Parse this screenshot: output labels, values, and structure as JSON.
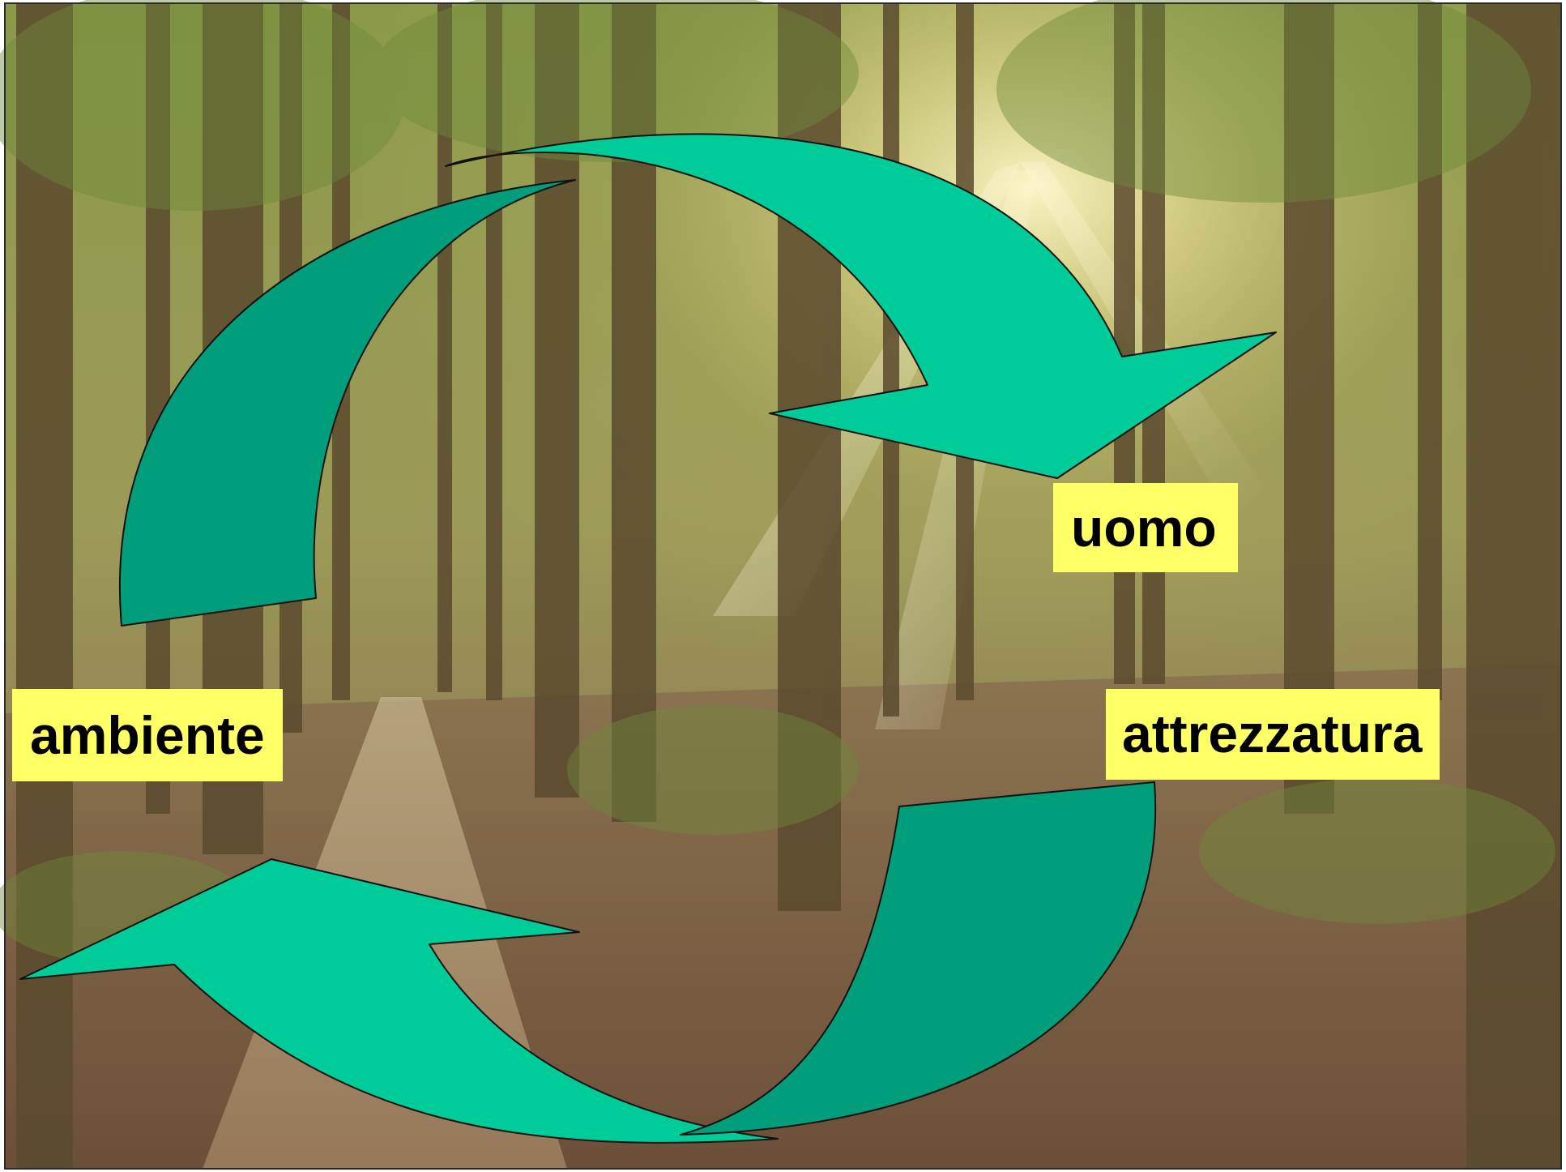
{
  "diagram": {
    "nodes": [
      {
        "id": "uomo",
        "label": "uomo"
      },
      {
        "id": "attrezzatura",
        "label": "attrezzatura"
      },
      {
        "id": "ambiente",
        "label": "ambiente"
      }
    ],
    "edges": [
      {
        "from": "ambiente",
        "to": "uomo",
        "shape": "curved-arrow"
      },
      {
        "from": "attrezzatura",
        "to": "ambiente",
        "shape": "curved-arrow"
      }
    ]
  },
  "colors": {
    "arrow_light": "#00cc99",
    "arrow_dark": "#009e7a",
    "label_background": "#ffff66",
    "label_text": "#000000"
  },
  "background": "forest-path-photo"
}
